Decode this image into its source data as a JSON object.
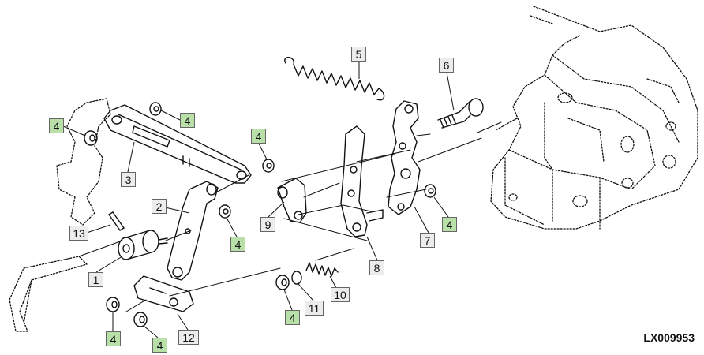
{
  "figure_id": "LX009953",
  "colors": {
    "washer_callout": "#b9e0a8",
    "part_callout": "#ececec",
    "line": "#111111"
  },
  "callouts": [
    {
      "id": "c1",
      "label": "1",
      "kind": "part"
    },
    {
      "id": "c2",
      "label": "2",
      "kind": "part"
    },
    {
      "id": "c3",
      "label": "3",
      "kind": "part"
    },
    {
      "id": "c4a",
      "label": "4",
      "kind": "washer"
    },
    {
      "id": "c4b",
      "label": "4",
      "kind": "washer"
    },
    {
      "id": "c4c",
      "label": "4",
      "kind": "washer"
    },
    {
      "id": "c4d",
      "label": "4",
      "kind": "washer"
    },
    {
      "id": "c4e",
      "label": "4",
      "kind": "washer"
    },
    {
      "id": "c4f",
      "label": "4",
      "kind": "washer"
    },
    {
      "id": "c4g",
      "label": "4",
      "kind": "washer"
    },
    {
      "id": "c4h",
      "label": "4",
      "kind": "washer"
    },
    {
      "id": "c5",
      "label": "5",
      "kind": "part"
    },
    {
      "id": "c6",
      "label": "6",
      "kind": "part"
    },
    {
      "id": "c7",
      "label": "7",
      "kind": "part"
    },
    {
      "id": "c8",
      "label": "8",
      "kind": "part"
    },
    {
      "id": "c9",
      "label": "9",
      "kind": "part"
    },
    {
      "id": "c10",
      "label": "10",
      "kind": "part"
    },
    {
      "id": "c11",
      "label": "11",
      "kind": "part"
    },
    {
      "id": "c12",
      "label": "12",
      "kind": "part"
    },
    {
      "id": "c13",
      "label": "13",
      "kind": "part"
    }
  ]
}
